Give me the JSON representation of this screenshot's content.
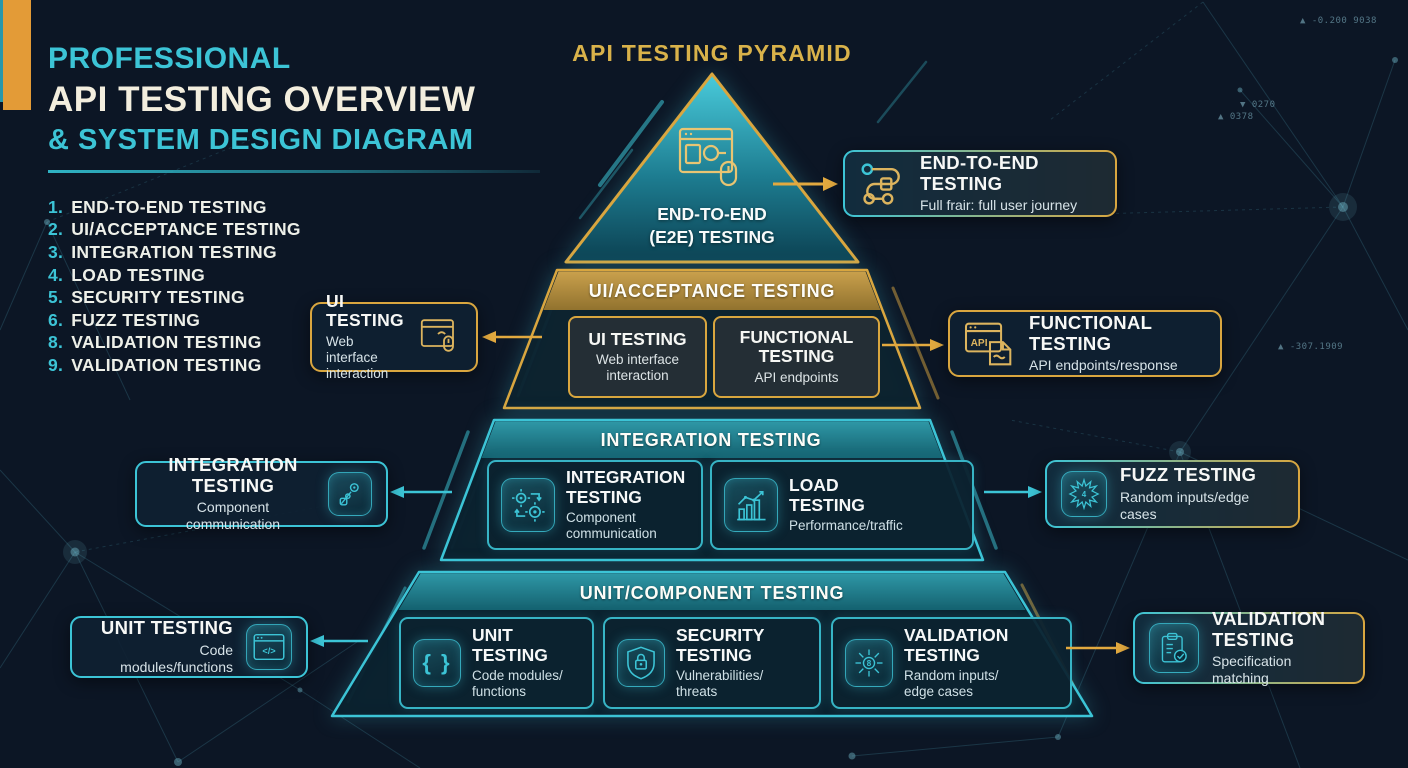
{
  "colors": {
    "background": "#0c1625",
    "teal_accent": "#3cc4d6",
    "gold_accent": "#d9a63f",
    "orange_bar": "#e39b37",
    "cream_text": "#f3eede",
    "gold_title": "#d9b24a"
  },
  "header": {
    "kicker": "PROFESSIONAL",
    "title": "API TESTING OVERVIEW",
    "subtitle": "& SYSTEM DESIGN DIAGRAM"
  },
  "legend": {
    "items": [
      {
        "num": "1.",
        "label": "END-TO-END TESTING"
      },
      {
        "num": "2.",
        "label": "UI/ACCEPTANCE TESTING"
      },
      {
        "num": "3.",
        "label": "INTEGRATION TESTING"
      },
      {
        "num": "4.",
        "label": "LOAD TESTING"
      },
      {
        "num": "5.",
        "label": "SECURITY TESTING"
      },
      {
        "num": "6.",
        "label": "FUZZ TESTING"
      },
      {
        "num": "8.",
        "label": "VALIDATION TESTING"
      },
      {
        "num": "9.",
        "label": "VALIDATION TESTING"
      }
    ]
  },
  "pyramid": {
    "title": "API TESTING PYRAMID",
    "e2e_label": "END-TO-END\n(E2E) TESTING",
    "level2": {
      "band": "UI/ACCEPTANCE TESTING",
      "boxes": [
        {
          "title": "UI TESTING",
          "subtitle": "Web interface\ninteraction"
        },
        {
          "title": "FUNCTIONAL\nTESTING",
          "subtitle": "API endpoints"
        }
      ]
    },
    "level3": {
      "band": "INTEGRATION TESTING",
      "boxes": [
        {
          "title": "INTEGRATION\nTESTING",
          "subtitle": "Component\ncommunication"
        },
        {
          "title": "LOAD\nTESTING",
          "subtitle": "Performance/traffic"
        }
      ]
    },
    "level4": {
      "band": "UNIT/COMPONENT TESTING",
      "boxes": [
        {
          "title": "UNIT\nTESTING",
          "subtitle": "Code modules/\nfunctions"
        },
        {
          "title": "SECURITY\nTESTING",
          "subtitle": "Vulnerabilities/\nthreats"
        },
        {
          "title": "VALIDATION\nTESTING",
          "subtitle": "Random inputs/\nedge cases"
        }
      ]
    }
  },
  "callouts": {
    "e2e": {
      "title": "END-TO-END TESTING",
      "subtitle": "Full frair: full user journey"
    },
    "ui": {
      "title": "UI TESTING",
      "subtitle": "Web interface\ninteraction"
    },
    "functional": {
      "title": "FUNCTIONAL TESTING",
      "subtitle": "API endpoints/response"
    },
    "integration": {
      "title": "INTEGRATION TESTING",
      "subtitle": "Component communication"
    },
    "fuzz": {
      "title": "FUZZ TESTING",
      "subtitle": "Random inputs/edge cases"
    },
    "unit": {
      "title": "UNIT TESTING",
      "subtitle": "Code modules/functions"
    },
    "validation": {
      "title": "VALIDATION\nTESTING",
      "subtitle": "Specification matching"
    }
  },
  "icons": {
    "api_label": "API",
    "braces_glyph": "{ }",
    "code_glyph": "</>",
    "fuzz_burst_number": "4",
    "validation_scatter_glyph": "8"
  },
  "background_labels": [
    {
      "text": "▲ -0.200 9038"
    },
    {
      "text": "▼ 0270"
    },
    {
      "text": "▲ 0378"
    },
    {
      "text": "▲ -307.1909"
    }
  ]
}
